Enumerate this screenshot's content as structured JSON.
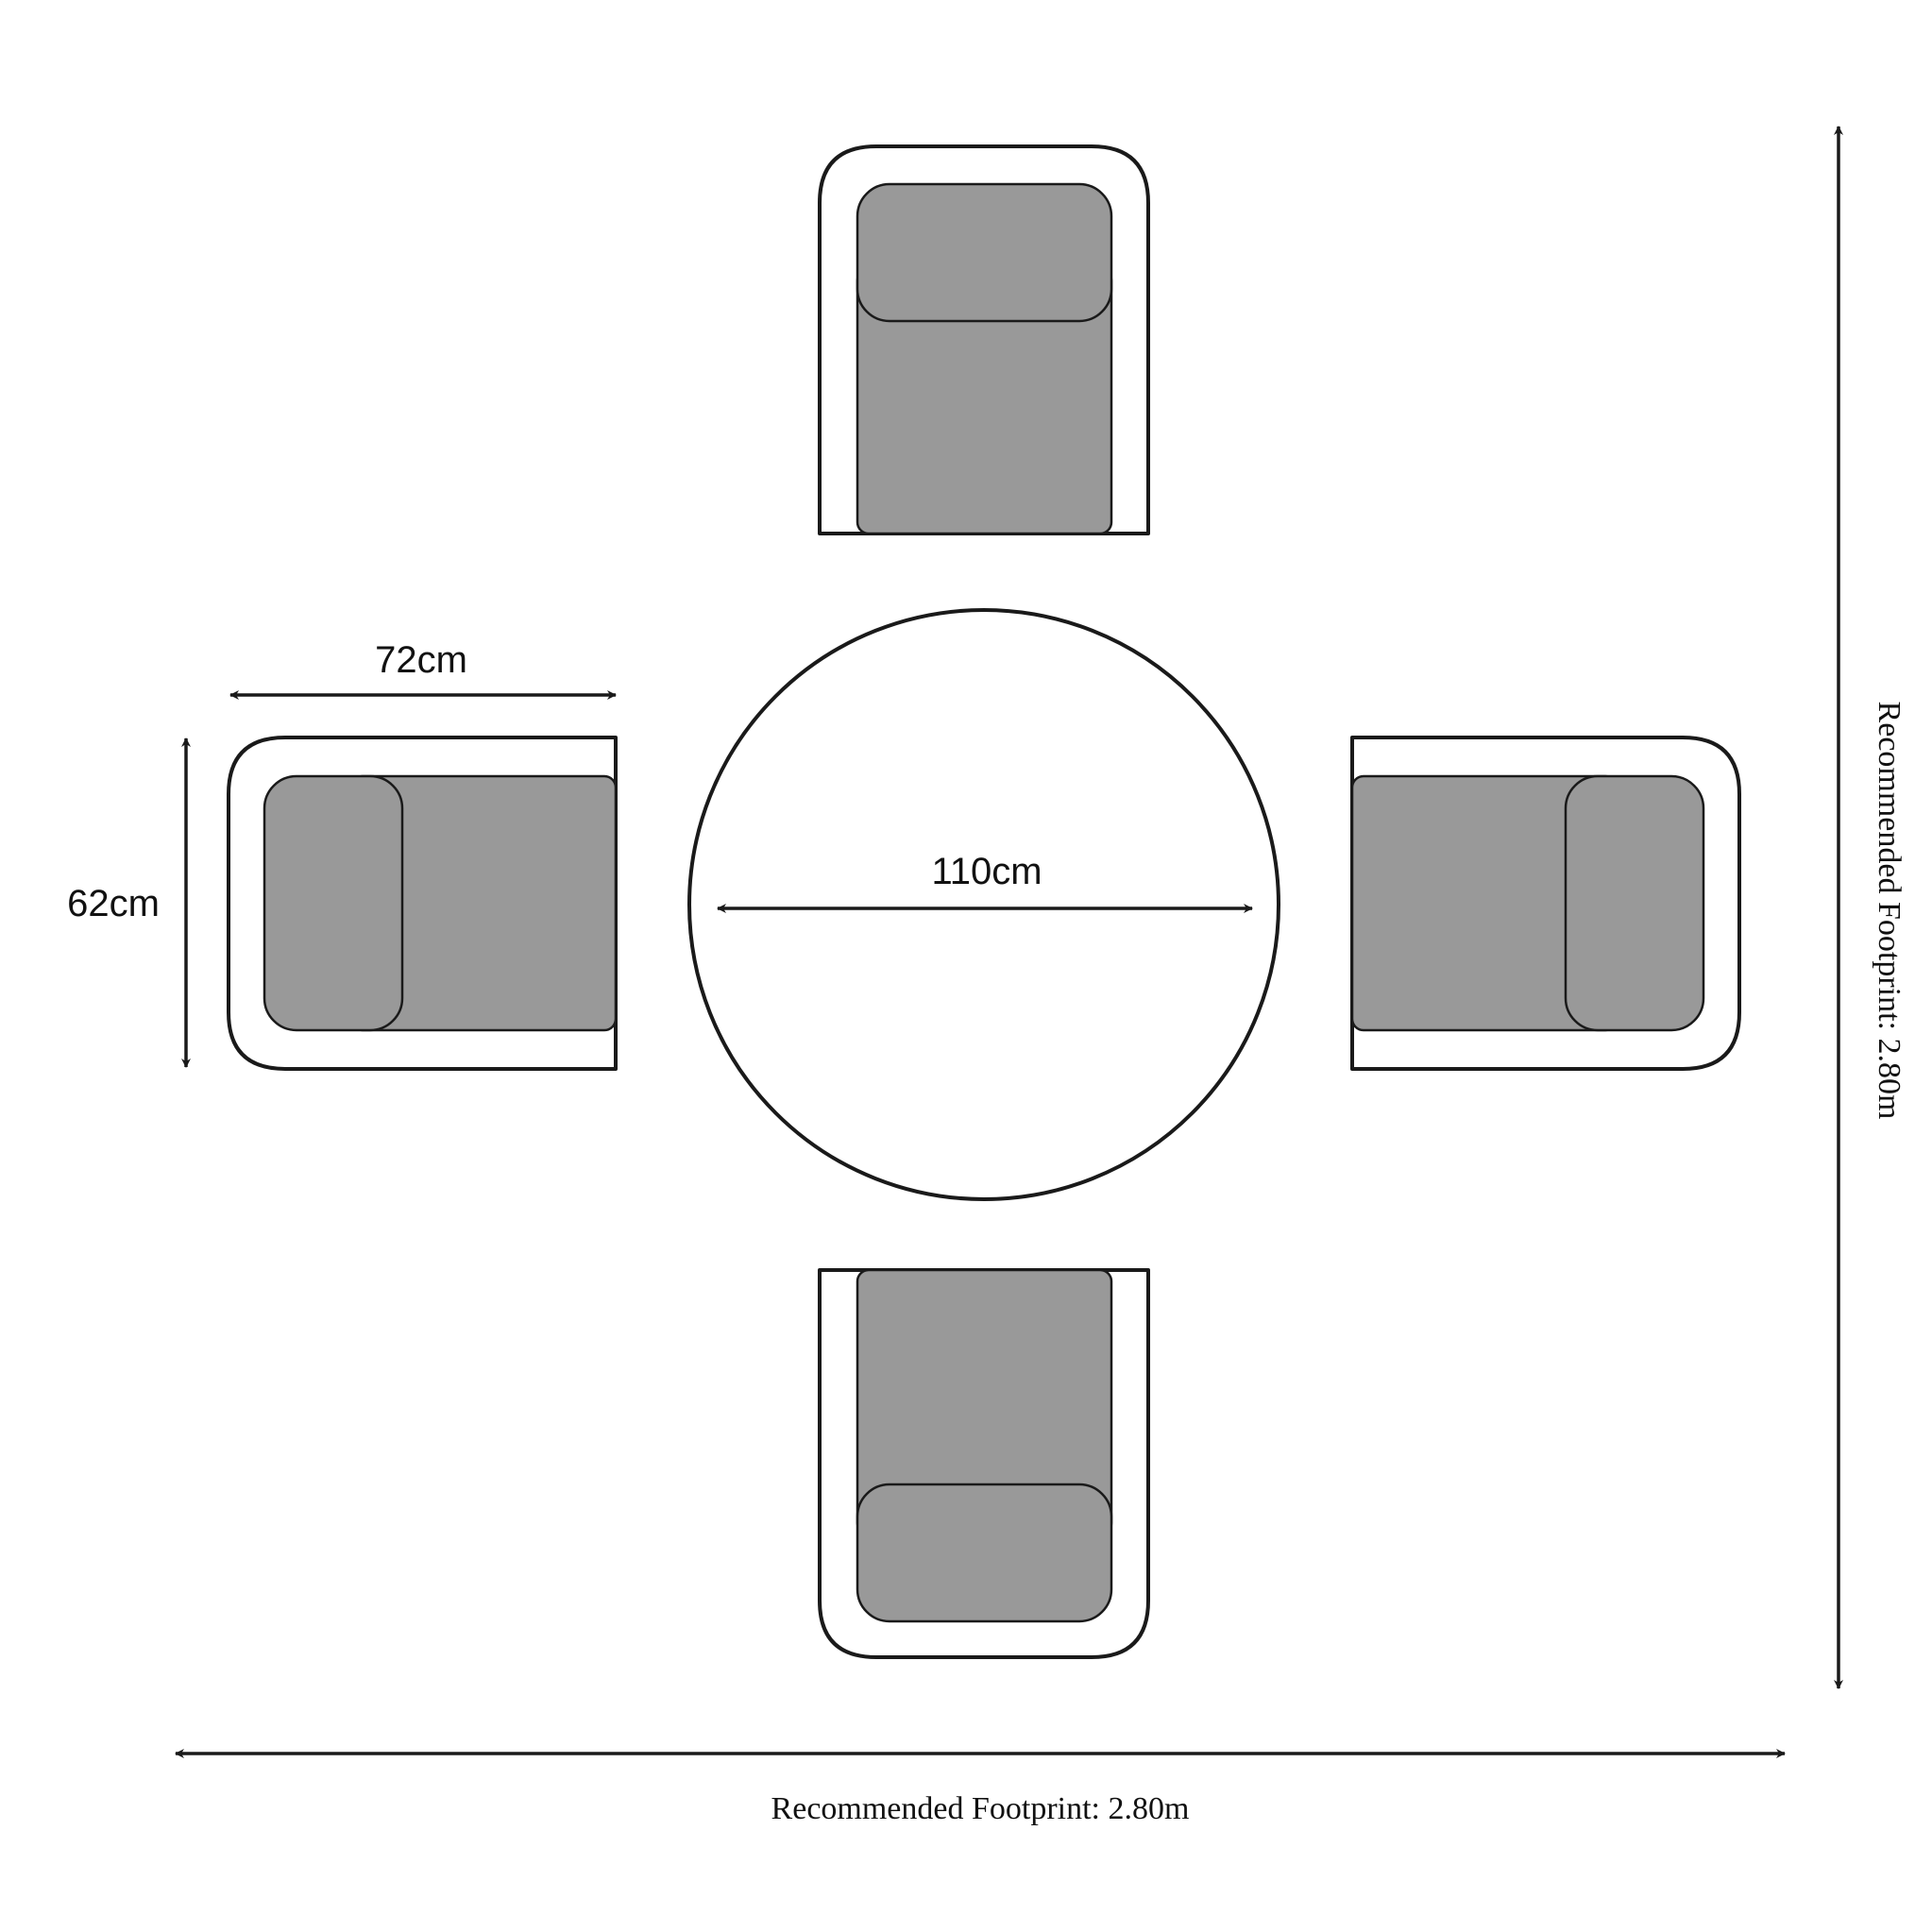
{
  "labels": {
    "chair_width": "72cm",
    "chair_depth": "62cm",
    "table_diameter": "110cm",
    "footprint_horizontal": "Recommended Footprint: 2.80m",
    "footprint_vertical": "Recommended Footprint: 2.80m"
  },
  "colors": {
    "outline": "#1a1a1a",
    "cushion": "#999999",
    "background": "#ffffff"
  }
}
